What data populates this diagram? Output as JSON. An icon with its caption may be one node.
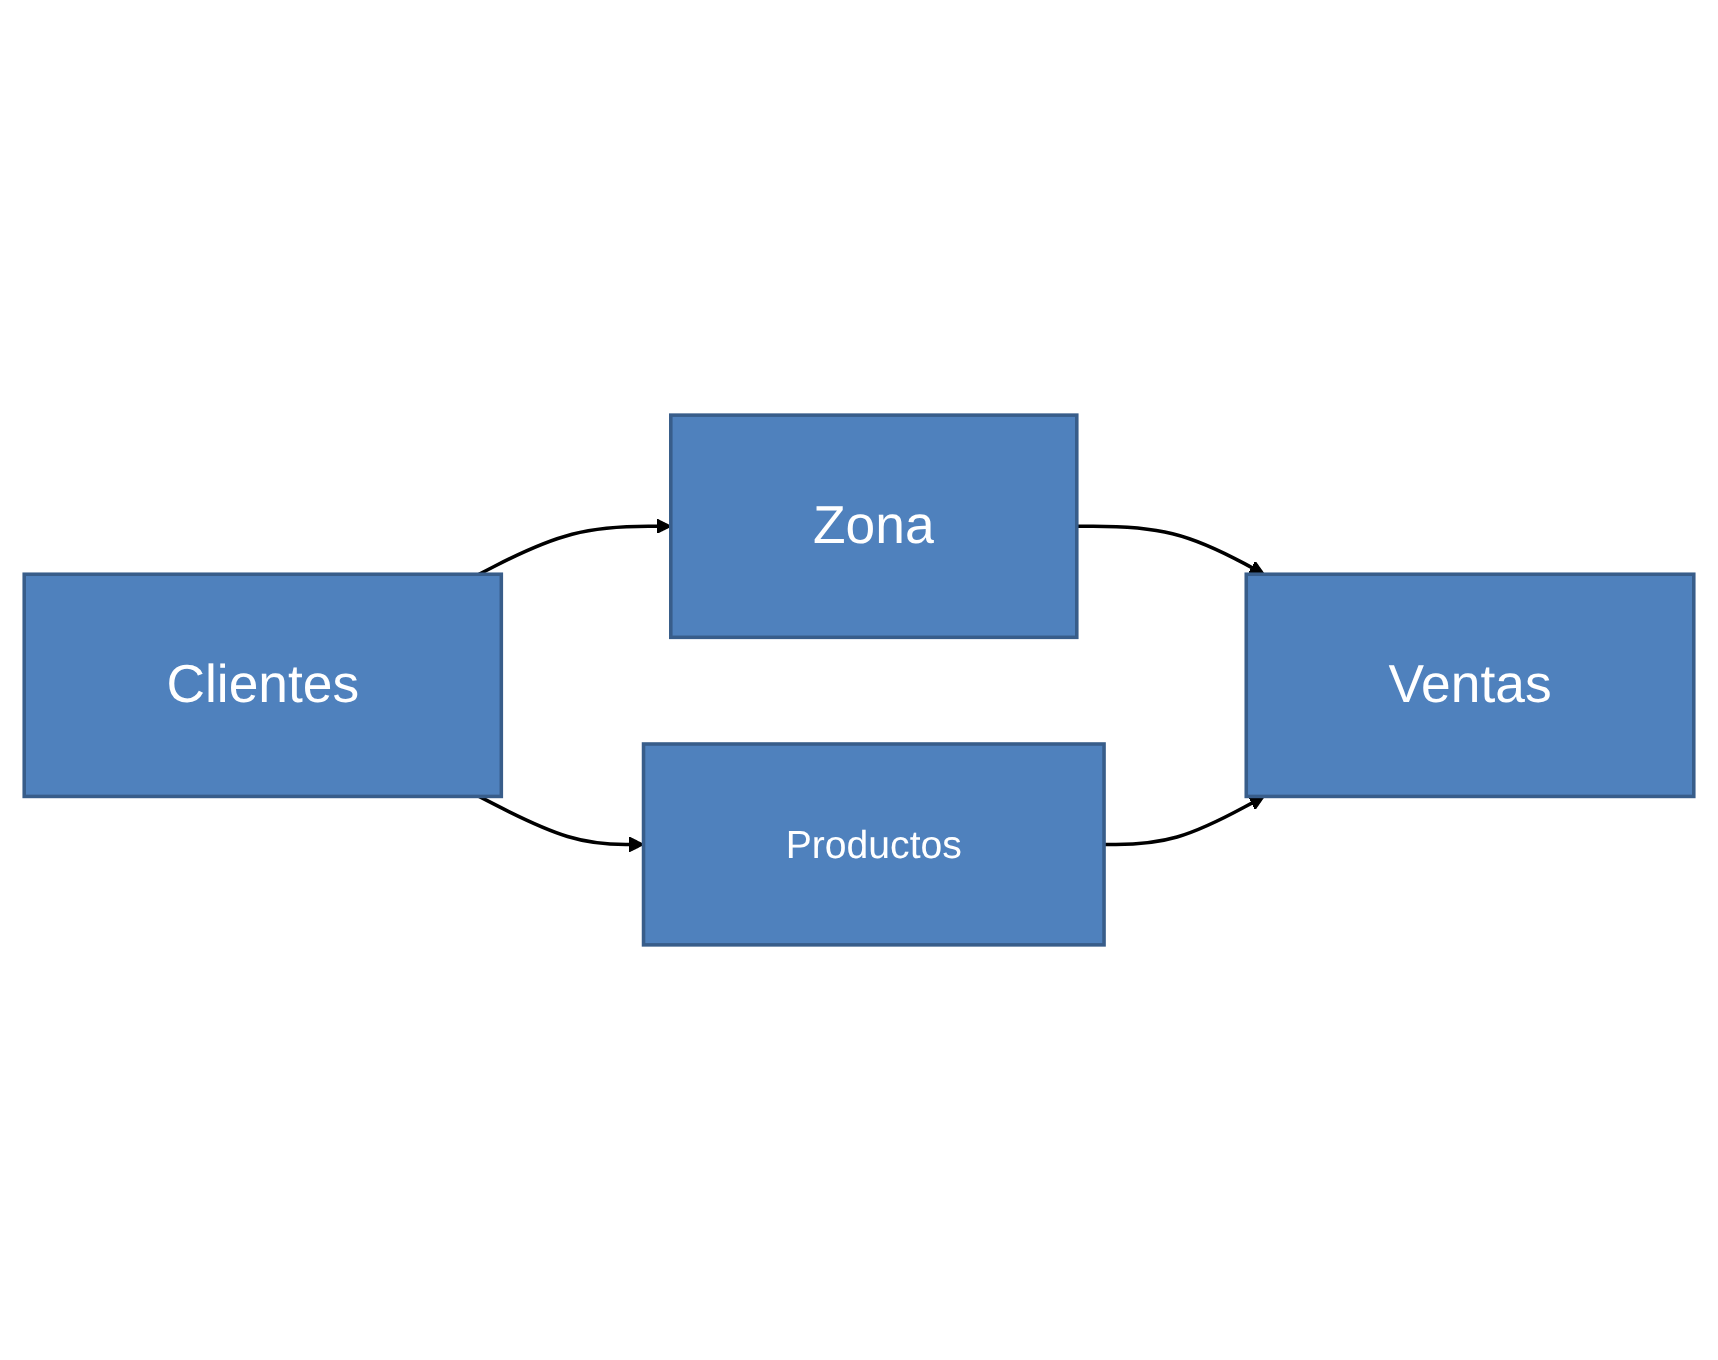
{
  "diagram": {
    "nodes": [
      {
        "text": [
          "Clientes"
        ]
      },
      {
        "text": [
          "Zona"
        ]
      },
      {
        "text": [
          "Ventas"
        ]
      },
      {
        "text": [
          "Productos"
        ]
      }
    ],
    "edges": [
      {
        "from": 0,
        "to": 1,
        "arrow": "to"
      },
      {
        "from": 1,
        "to": 2,
        "arrow": "to"
      },
      {
        "from": 0,
        "to": 3,
        "arrow": "to"
      },
      {
        "from": 3,
        "to": 2,
        "arrow": "to"
      }
    ]
  }
}
